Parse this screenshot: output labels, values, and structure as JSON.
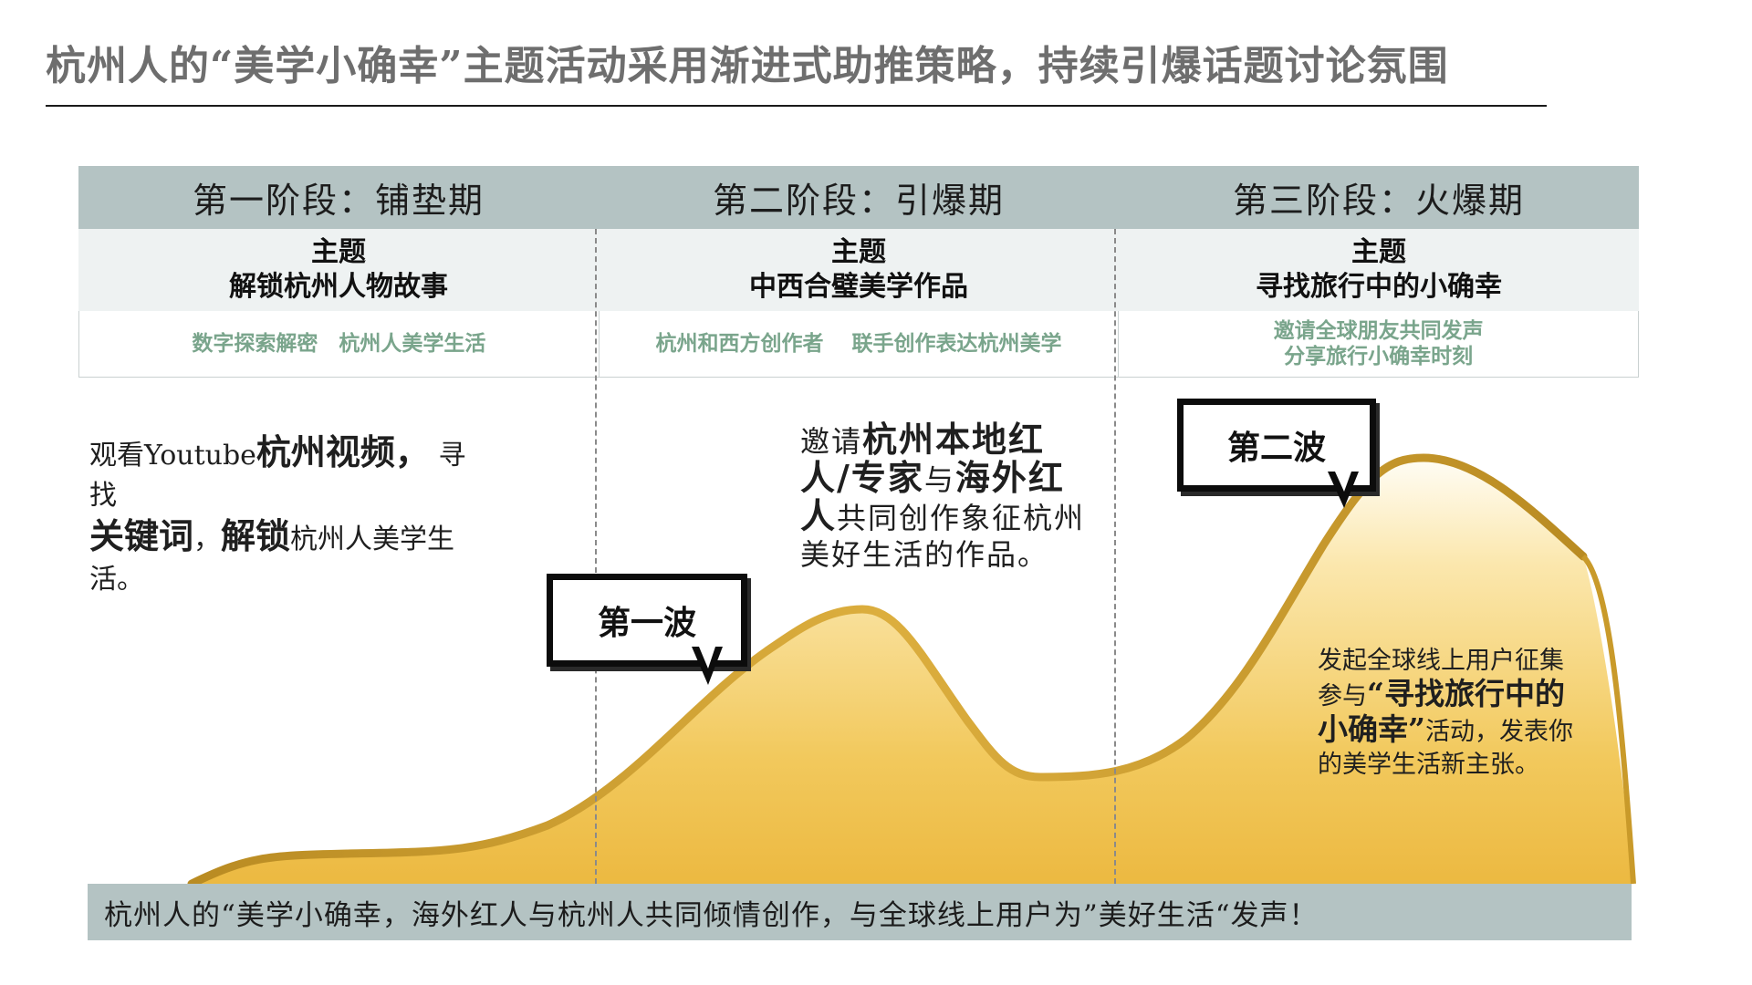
{
  "title": "杭州人的“美学小确幸”主题活动采用渐进式助推策略，持续引爆话题讨论氛围",
  "stages": [
    {
      "name": "第一阶段：铺垫期",
      "theme_label": "主题",
      "theme": "解锁杭州人物故事",
      "sub_lines": [
        "数字探索解密　杭州人美学生活"
      ]
    },
    {
      "name": "第二阶段：引爆期",
      "theme_label": "主题",
      "theme": "中西合璧美学作品",
      "sub_lines": [
        "杭州和西方创作者　 联手创作表达杭州美学"
      ]
    },
    {
      "name": "第三阶段：火爆期",
      "theme_label": "主题",
      "theme": "寻找旅行中的小确幸",
      "sub_lines": [
        "邀请全球朋友共同发声",
        "分享旅行小确幸时刻"
      ]
    }
  ],
  "stage1_text": {
    "p1": "观看Youtube",
    "b1": "杭州视频，",
    "p2": " 寻找",
    "b2": "关键词",
    "p3": "，",
    "b3": "解锁",
    "p4": "杭州人美学生活。"
  },
  "stage2_text": {
    "p1": "邀请",
    "b1": "杭州本地红人/专家",
    "p2": "与",
    "b2": "海外红人",
    "p3": "共同创作象征杭州美好生活的作品。"
  },
  "stage3_text": {
    "p1": "发起全球线上用户征集参与",
    "b1": "“寻找旅行中的小确幸”",
    "p2": "活动，发表你的美学生活新主张。"
  },
  "wave1": "第一波",
  "wave2": "第二波",
  "bottom_banner": "杭州人的“美学小确幸，海外红人与杭州人共同倾情创作，与全球线上用户为”美好生活“发声！",
  "colors": {
    "header_band": "#b4c3c3",
    "theme_band": "#eef2f2",
    "sub_text": "#7aa58c",
    "curve_gold": "#f0c75a",
    "curve_edge": "#c99a2a"
  }
}
